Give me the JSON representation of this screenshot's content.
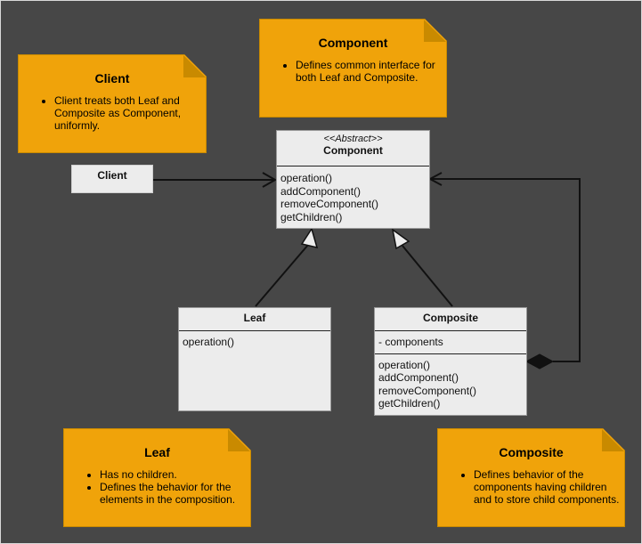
{
  "notes": {
    "client": {
      "title": "Client",
      "bullets": [
        "Client treats both Leaf and Composite as Component, uniformly."
      ]
    },
    "component": {
      "title": "Component",
      "bullets": [
        "Defines common interface for both Leaf and Composite."
      ]
    },
    "leaf": {
      "title": "Leaf",
      "bullets": [
        "Has no children.",
        "Defines the behavior for the elements in the composition."
      ]
    },
    "composite": {
      "title": "Composite",
      "bullets": [
        "Defines behavior of the components having children and to store child components."
      ]
    }
  },
  "classes": {
    "client": {
      "name": "Client"
    },
    "component": {
      "stereotype": "<<Abstract>>",
      "name": "Component",
      "methods": [
        "operation()",
        "addComponent()",
        "removeComponent()",
        "getChildren()"
      ]
    },
    "leaf": {
      "name": "Leaf",
      "methods": [
        "operation()"
      ]
    },
    "composite": {
      "name": "Composite",
      "attributes": [
        "- components"
      ],
      "methods": [
        "operation()",
        "addComponent()",
        "removeComponent()",
        "getChildren()"
      ]
    }
  },
  "colors": {
    "background": "#474747",
    "note_fill": "#f0a30a",
    "class_fill": "#ececec",
    "connector": "#111111"
  }
}
